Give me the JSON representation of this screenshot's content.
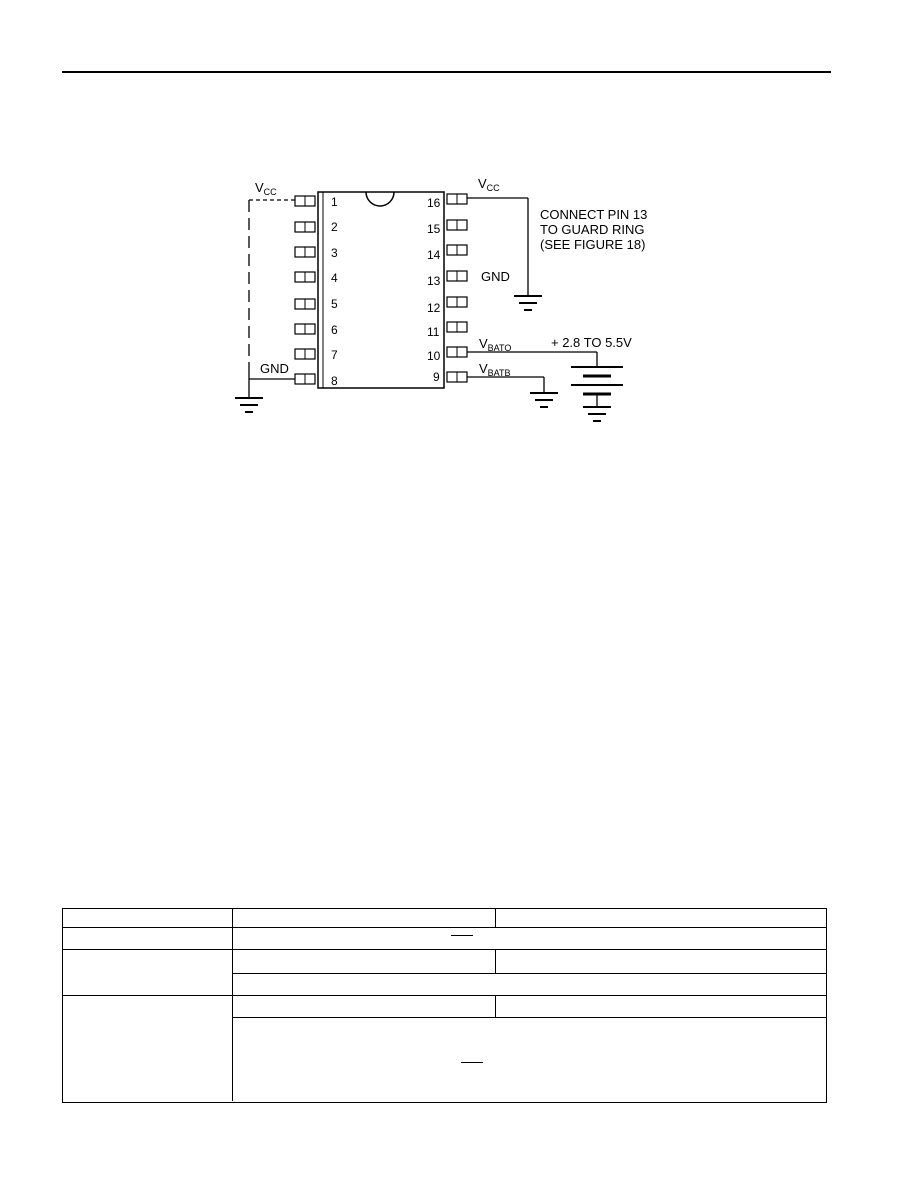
{
  "schematic": {
    "left_pins": [
      "1",
      "2",
      "3",
      "4",
      "5",
      "6",
      "7",
      "8"
    ],
    "right_pins": [
      "16",
      "15",
      "14",
      "13",
      "12",
      "11",
      "10",
      "9"
    ],
    "vcc_left": {
      "main": "V",
      "sub": "CC"
    },
    "vcc_right": {
      "main": "V",
      "sub": "CC"
    },
    "gnd_left": "GND",
    "gnd_right": "GND",
    "note_lines": [
      "CONNECT PIN 13",
      "TO GUARD RING",
      "(SEE FIGURE 18)"
    ],
    "vbato": {
      "main": "V",
      "sub": "BATO"
    },
    "vbatb": {
      "main": "V",
      "sub": "BATB"
    },
    "supply": "+ 2.8 TO 5.5V"
  }
}
